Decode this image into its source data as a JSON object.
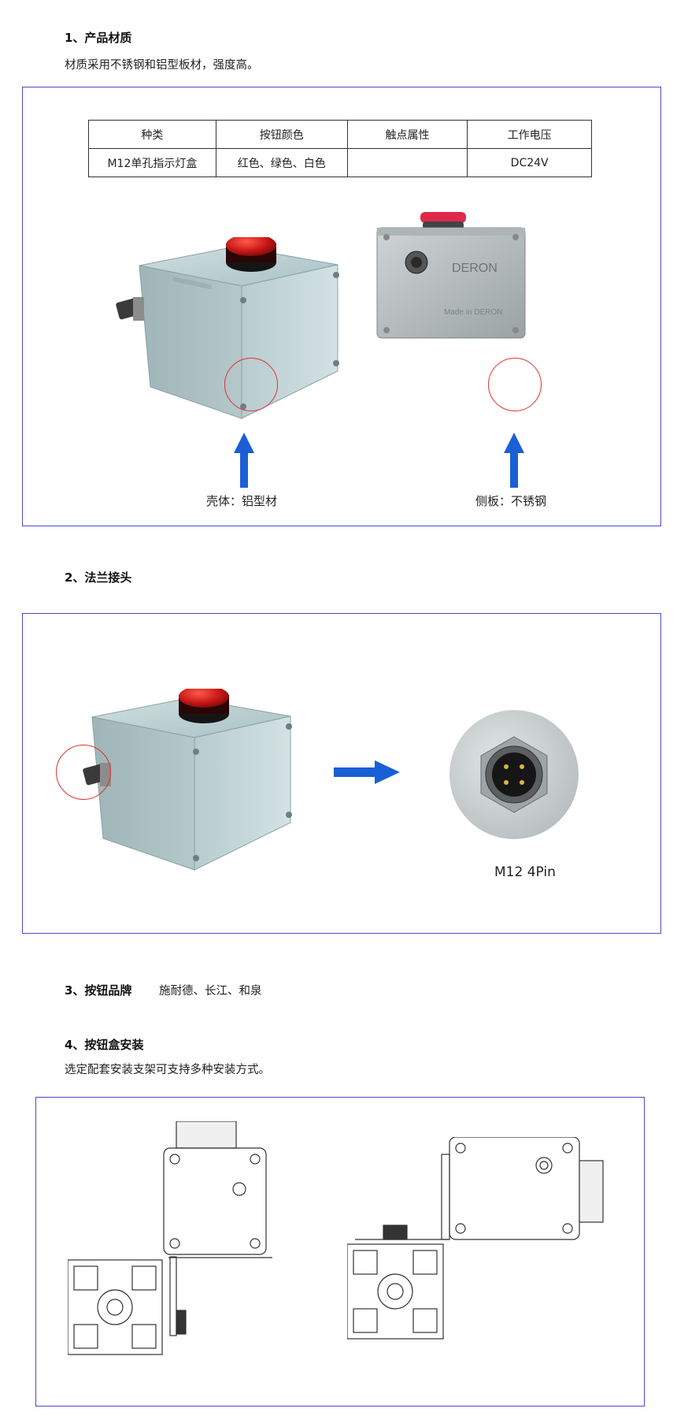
{
  "section1": {
    "heading": "1、产品材质",
    "text": "材质采用不锈钢和铝型板材，强度高。",
    "table": {
      "headers": [
        "种类",
        "按钮颜色",
        "触点属性",
        "工作电压"
      ],
      "row": [
        "M12单孔指示灯盒",
        "红色、绿色、白色",
        "",
        "DC24V"
      ]
    },
    "left_caption": "壳体：铝型材",
    "right_caption": "侧板：不锈钢",
    "brand_mark": "DERON",
    "made_in_text": "Made in DERON"
  },
  "section2": {
    "heading": "2、法兰接头",
    "connector_caption": "M12 4Pin"
  },
  "section3": {
    "heading": "3、按钮品牌",
    "brands": "施耐德、长江、和泉"
  },
  "section4": {
    "heading": "4、按钮盒安装",
    "text": "选定配套安装支架可支持多种安装方式。"
  },
  "colors": {
    "frame_border": "#4a4ad0",
    "arrow_blue": "#1a5fd6",
    "highlight_circle": "#e03030",
    "button_red": "#c81818",
    "box_body": "#b9cdd0"
  }
}
